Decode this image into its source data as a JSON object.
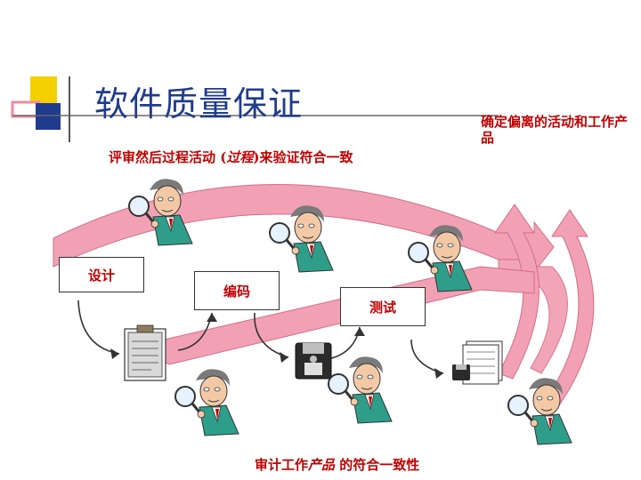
{
  "slide": {
    "title": "软件质量保证",
    "subtitle_before": "评审然后过程活动 (",
    "subtitle_italic": "过程",
    "subtitle_after": ")来验证符合一致",
    "note": "确定偏离的活动和工作产品",
    "stages": [
      {
        "label": "设计"
      },
      {
        "label": "编码"
      },
      {
        "label": "测试"
      }
    ],
    "bottom_before": "审计工作",
    "bottom_italic": "产品",
    "bottom_after": " 的符合一致性"
  },
  "colors": {
    "title": "#1f3b8c",
    "text_red": "#c00000",
    "arrow_pink": "#f2a1b4",
    "deco_yellow": "#f5d000",
    "deco_blue": "#1f3b8c",
    "deco_pink": "#f08aa0"
  },
  "icons": [
    "auditor-icon",
    "magnifier-icon",
    "clipboard-icon",
    "disk-icon",
    "report-icon"
  ]
}
